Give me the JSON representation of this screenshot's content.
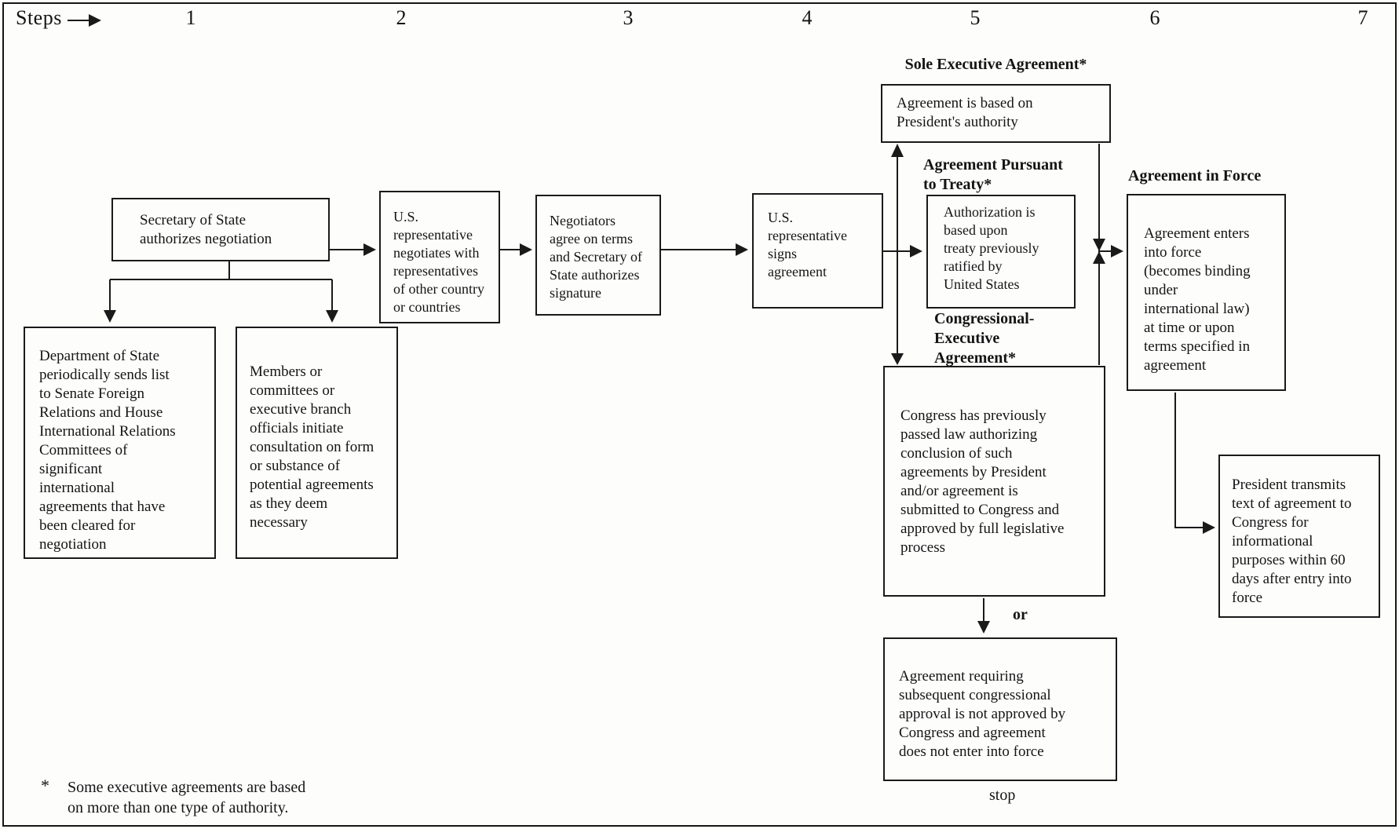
{
  "steps_header": {
    "label": "Steps",
    "numbers": [
      "1",
      "2",
      "3",
      "4",
      "5",
      "6",
      "7"
    ]
  },
  "boxes": {
    "secretary": "Secretary of State\nauthorizes negotiation",
    "dept_state": "Department of State\nperiodically sends list\nto Senate Foreign\nRelations and House\nInternational Relations\nCommittees of\nsignificant\ninternational\nagreements that have\nbeen cleared for\nnegotiation",
    "members": "Members or\ncommittees or\nexecutive branch\nofficials initiate\nconsultation on form\nor substance of\npotential agreements\nas they deem\nnecessary",
    "us_rep_negotiates": "U.S.\nrepresentative\nnegotiates with\nrepresentatives\nof other country\nor countries",
    "negotiators_agree": "Negotiators\nagree on terms\nand Secretary of\nState authorizes\nsignature",
    "us_rep_signs": "U.S.\nrepresentative\nsigns\nagreement",
    "presidents_authority": "Agreement is based on\nPresident's authority",
    "treaty_authorization": "Authorization is\nbased upon\ntreaty previously\nratified by\nUnited States",
    "congress_law": "Congress has previously\npassed law authorizing\nconclusion of such\nagreements by President\nand/or agreement is\nsubmitted to Congress and\napproved by full legislative\nprocess",
    "not_approved": "Agreement requiring\nsubsequent congressional\napproval is not approved by\nCongress and agreement\ndoes not enter into force",
    "enters_force": "Agreement enters\ninto force\n(becomes binding\nunder\ninternational law)\nat time or upon\nterms specified in\nagreement",
    "president_transmits": "President transmits\ntext of agreement to\nCongress for\ninformational\npurposes within 60\ndays after entry into\nforce"
  },
  "headings": {
    "sole_executive": "Sole Executive Agreement*",
    "pursuant_treaty": "Agreement Pursuant\nto Treaty*",
    "congressional_executive": "Congressional-\nExecutive\nAgreement*",
    "agreement_in_force": "Agreement in Force"
  },
  "labels": {
    "or": "or",
    "stop": "stop"
  },
  "footnote": {
    "symbol": "*",
    "text": "Some executive agreements are based\non more than one type of authority."
  }
}
